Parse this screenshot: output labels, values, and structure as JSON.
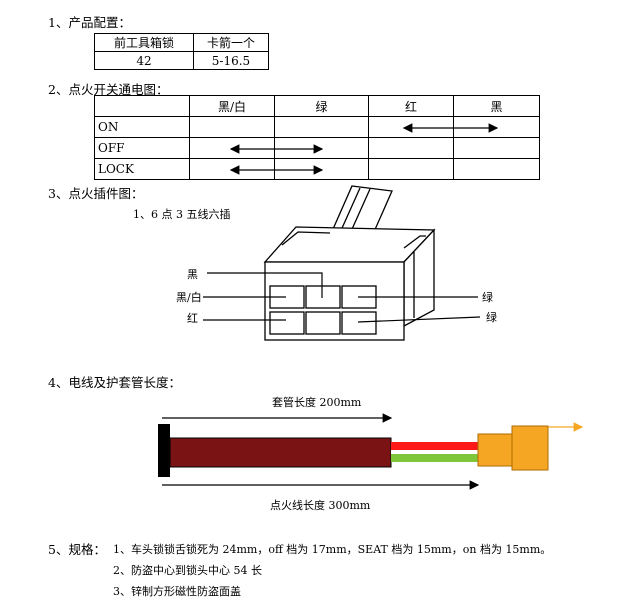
{
  "sections": {
    "s1": "1、产品配置：",
    "s2": "2、点火开关通电图：",
    "s3": "3、点火插件图：",
    "s4": "4、电线及护套管长度：",
    "s5_prefix": "5、规格：",
    "s5_items": [
      "1、车头锁锁舌锁死为 24mm，off 档为 17mm，SEAT 档为 15mm，on 档为 15mm。",
      "2、防盗中心到锁头中心 54 长",
      "3、锌制方形磁性防盗面盖"
    ]
  },
  "config_table": {
    "headers": [
      "前工具箱锁",
      "卡箭一个"
    ],
    "values": [
      "42",
      "5-16.5"
    ]
  },
  "wiring_table": {
    "headers": [
      "",
      "黑/白",
      "绿",
      "红",
      "黑"
    ],
    "rows": [
      {
        "label": "ON"
      },
      {
        "label": "OFF"
      },
      {
        "label": "LOCK"
      }
    ],
    "connections": [
      {
        "row": "ON",
        "from": "红",
        "to": "黑"
      },
      {
        "row": "OFF",
        "from": "黑/白",
        "to": "绿"
      },
      {
        "row": "LOCK",
        "from": "黑/白",
        "to": "绿"
      }
    ]
  },
  "connector": {
    "subtitle": "1、6 点 3 五线六插",
    "left_labels": [
      "黑",
      "黑/白",
      "红"
    ],
    "right_labels": [
      "绿",
      "绿"
    ]
  },
  "cable": {
    "sheath_label": "套管长度 200mm",
    "wire_label": "点火线长度 300mm",
    "colors": {
      "sheath": "#7a1414",
      "wire_red": "#ff1a1a",
      "wire_green": "#7fc63a",
      "connector": "#f5a623",
      "arrow": "#f5a623"
    }
  }
}
